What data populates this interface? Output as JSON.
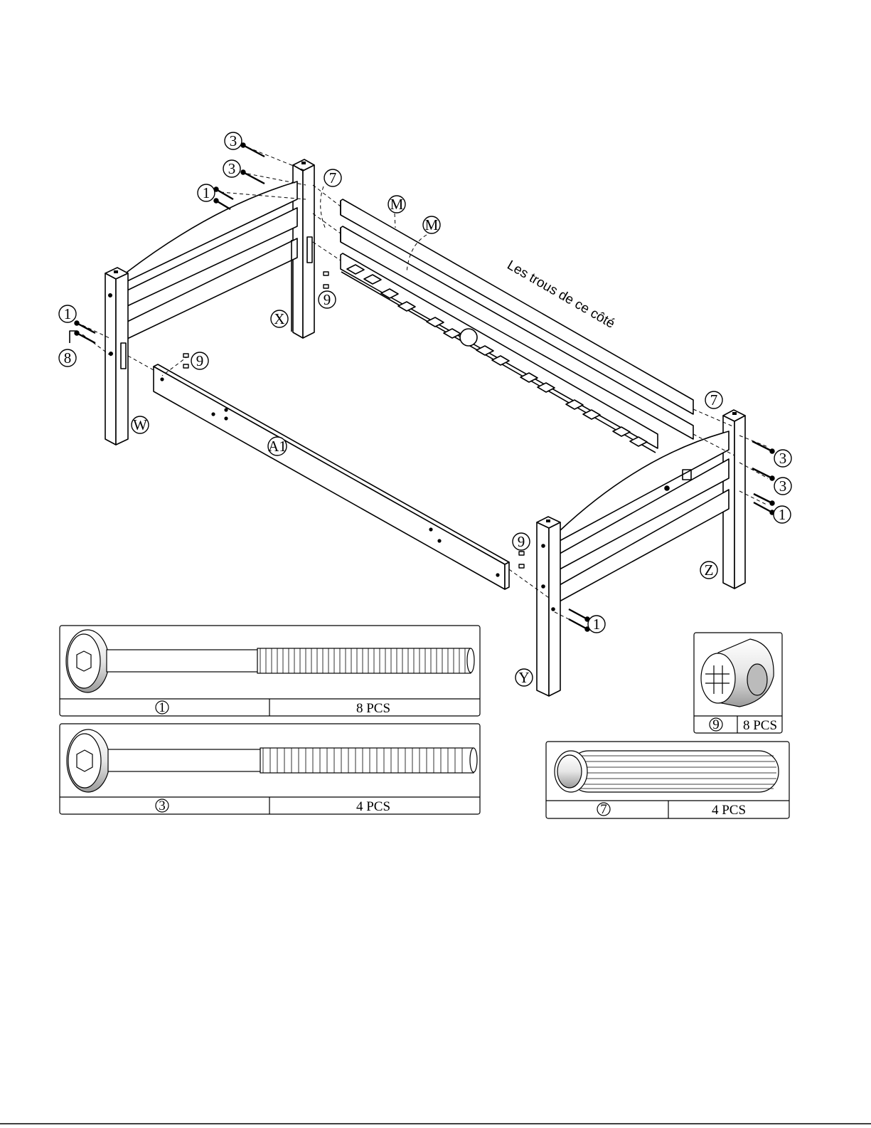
{
  "diagram": {
    "callouts": {
      "screw_1": "1",
      "screw_3": "3",
      "dowel_7": "7",
      "bolt_8": "8",
      "barrel_nut_9": "9",
      "post_w": "W",
      "post_x": "X",
      "post_y": "Y",
      "post_z": "Z",
      "rail_m": "M",
      "rail_a1": "A1"
    },
    "note": "Les trous de ce côté"
  },
  "parts": [
    {
      "id": "1",
      "qty": "8 PCS",
      "icon": "long-screw-icon"
    },
    {
      "id": "3",
      "qty": "4 PCS",
      "icon": "long-screw-icon"
    },
    {
      "id": "9",
      "qty": "8 PCS",
      "icon": "barrel-nut-icon"
    },
    {
      "id": "7",
      "qty": "4 PCS",
      "icon": "wood-dowel-icon"
    }
  ],
  "colors": {
    "line": "#000000",
    "paper": "#ffffff",
    "shade": "#d9d9d9"
  }
}
